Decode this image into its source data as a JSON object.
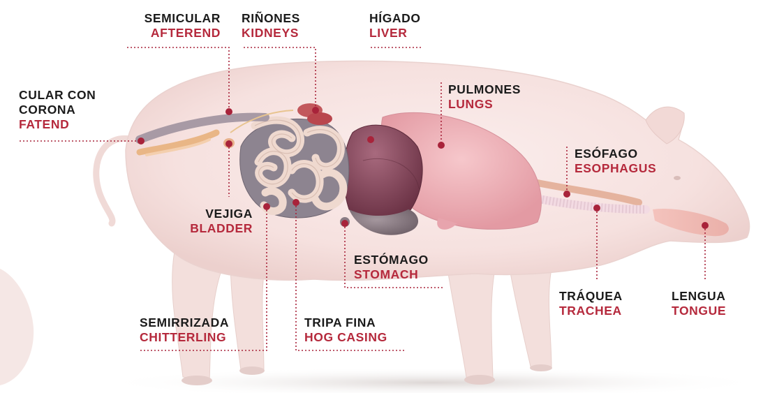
{
  "accent_color": "#b5293c",
  "text_color": "#1b1b1b",
  "dot_color": "#a8233a",
  "labels": {
    "afterend": {
      "es": "SEMICULAR",
      "en": "AFTEREND"
    },
    "kidneys": {
      "es": "RIÑONES",
      "en": "KIDNEYS"
    },
    "liver": {
      "es": "HÍGADO",
      "en": "LIVER"
    },
    "fatend": {
      "es_line1": "CULAR CON",
      "es_line2": "CORONA",
      "en": "FATEND"
    },
    "lungs": {
      "es": "PULMONES",
      "en": "LUNGS"
    },
    "esophagus": {
      "es": "ESÓFAGO",
      "en": "ESOPHAGUS"
    },
    "bladder": {
      "es": "VEJIGA",
      "en": "BLADDER"
    },
    "stomach": {
      "es": "ESTÓMAGO",
      "en": "STOMACH"
    },
    "trachea": {
      "es": "TRÁQUEA",
      "en": "TRACHEA"
    },
    "tongue": {
      "es": "LENGUA",
      "en": "TONGUE"
    },
    "chitterling": {
      "es": "SEMIRRIZADA",
      "en": "CHITTERLING"
    },
    "hog_casing": {
      "es": "TRIPA FINA",
      "en": "HOG CASING"
    }
  }
}
